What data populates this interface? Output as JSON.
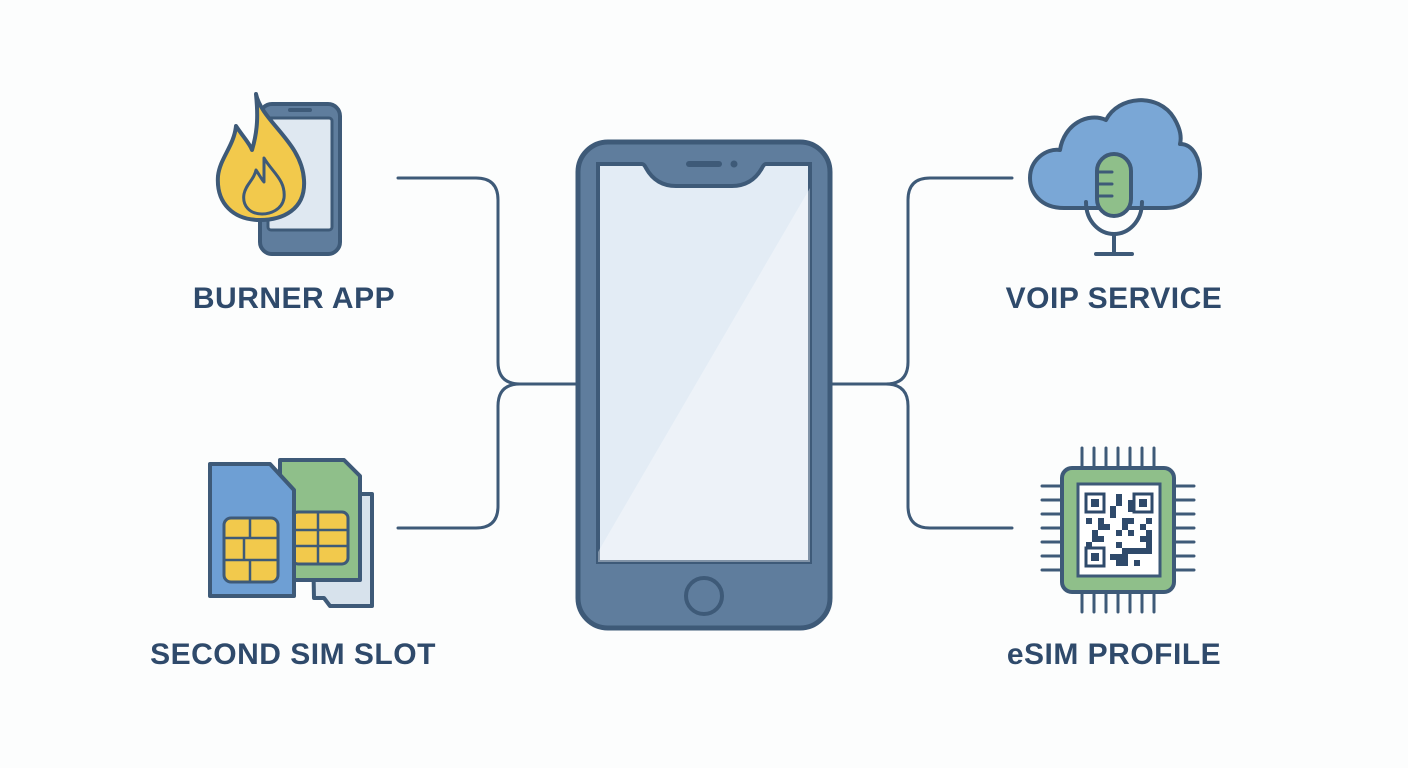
{
  "colors": {
    "outline": "#3e5a78",
    "phone_body": "#5f7d9d",
    "screen": "#e3ecf5",
    "connector": "#3e5a78",
    "label_text": "#2f4a6b",
    "flame": "#f2c94c",
    "cloud": "#7aa7d6",
    "microphone": "#8fbf8a",
    "sim_blue": "#6e9fd4",
    "sim_green": "#8fbf8a",
    "chip_gold": "#f2c94c",
    "qr_green": "#8fbf8a"
  },
  "center": {
    "icon": "smartphone-icon"
  },
  "nodes": [
    {
      "id": "burner-app",
      "label": "BURNER APP",
      "icon": "flame-phone-icon"
    },
    {
      "id": "second-sim-slot",
      "label": "SECOND SIM SLOT",
      "icon": "sim-cards-icon"
    },
    {
      "id": "voip-service",
      "label": "VOIP SERVICE",
      "icon": "cloud-microphone-icon"
    },
    {
      "id": "esim-profile",
      "label": "eSIM PROFILE",
      "icon": "esim-chip-qr-icon"
    }
  ]
}
